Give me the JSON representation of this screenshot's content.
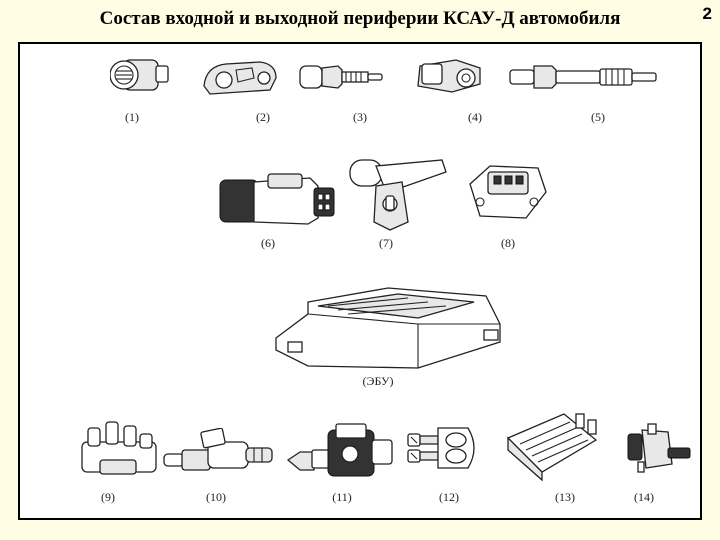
{
  "slide": {
    "title": "Состав входной и выходной периферии КСАУ-Д автомобиля",
    "number": "2"
  },
  "components": {
    "c1": "(1)",
    "c2": "(2)",
    "c3": "(3)",
    "c4": "(4)",
    "c5": "(5)",
    "c6": "(6)",
    "c7": "(7)",
    "c8": "(8)",
    "ecu": "(ЭБУ)",
    "c9": "(9)",
    "c10": "(10)",
    "c11": "(11)",
    "c12": "(12)",
    "c13": "(13)",
    "c14": "(14)"
  }
}
